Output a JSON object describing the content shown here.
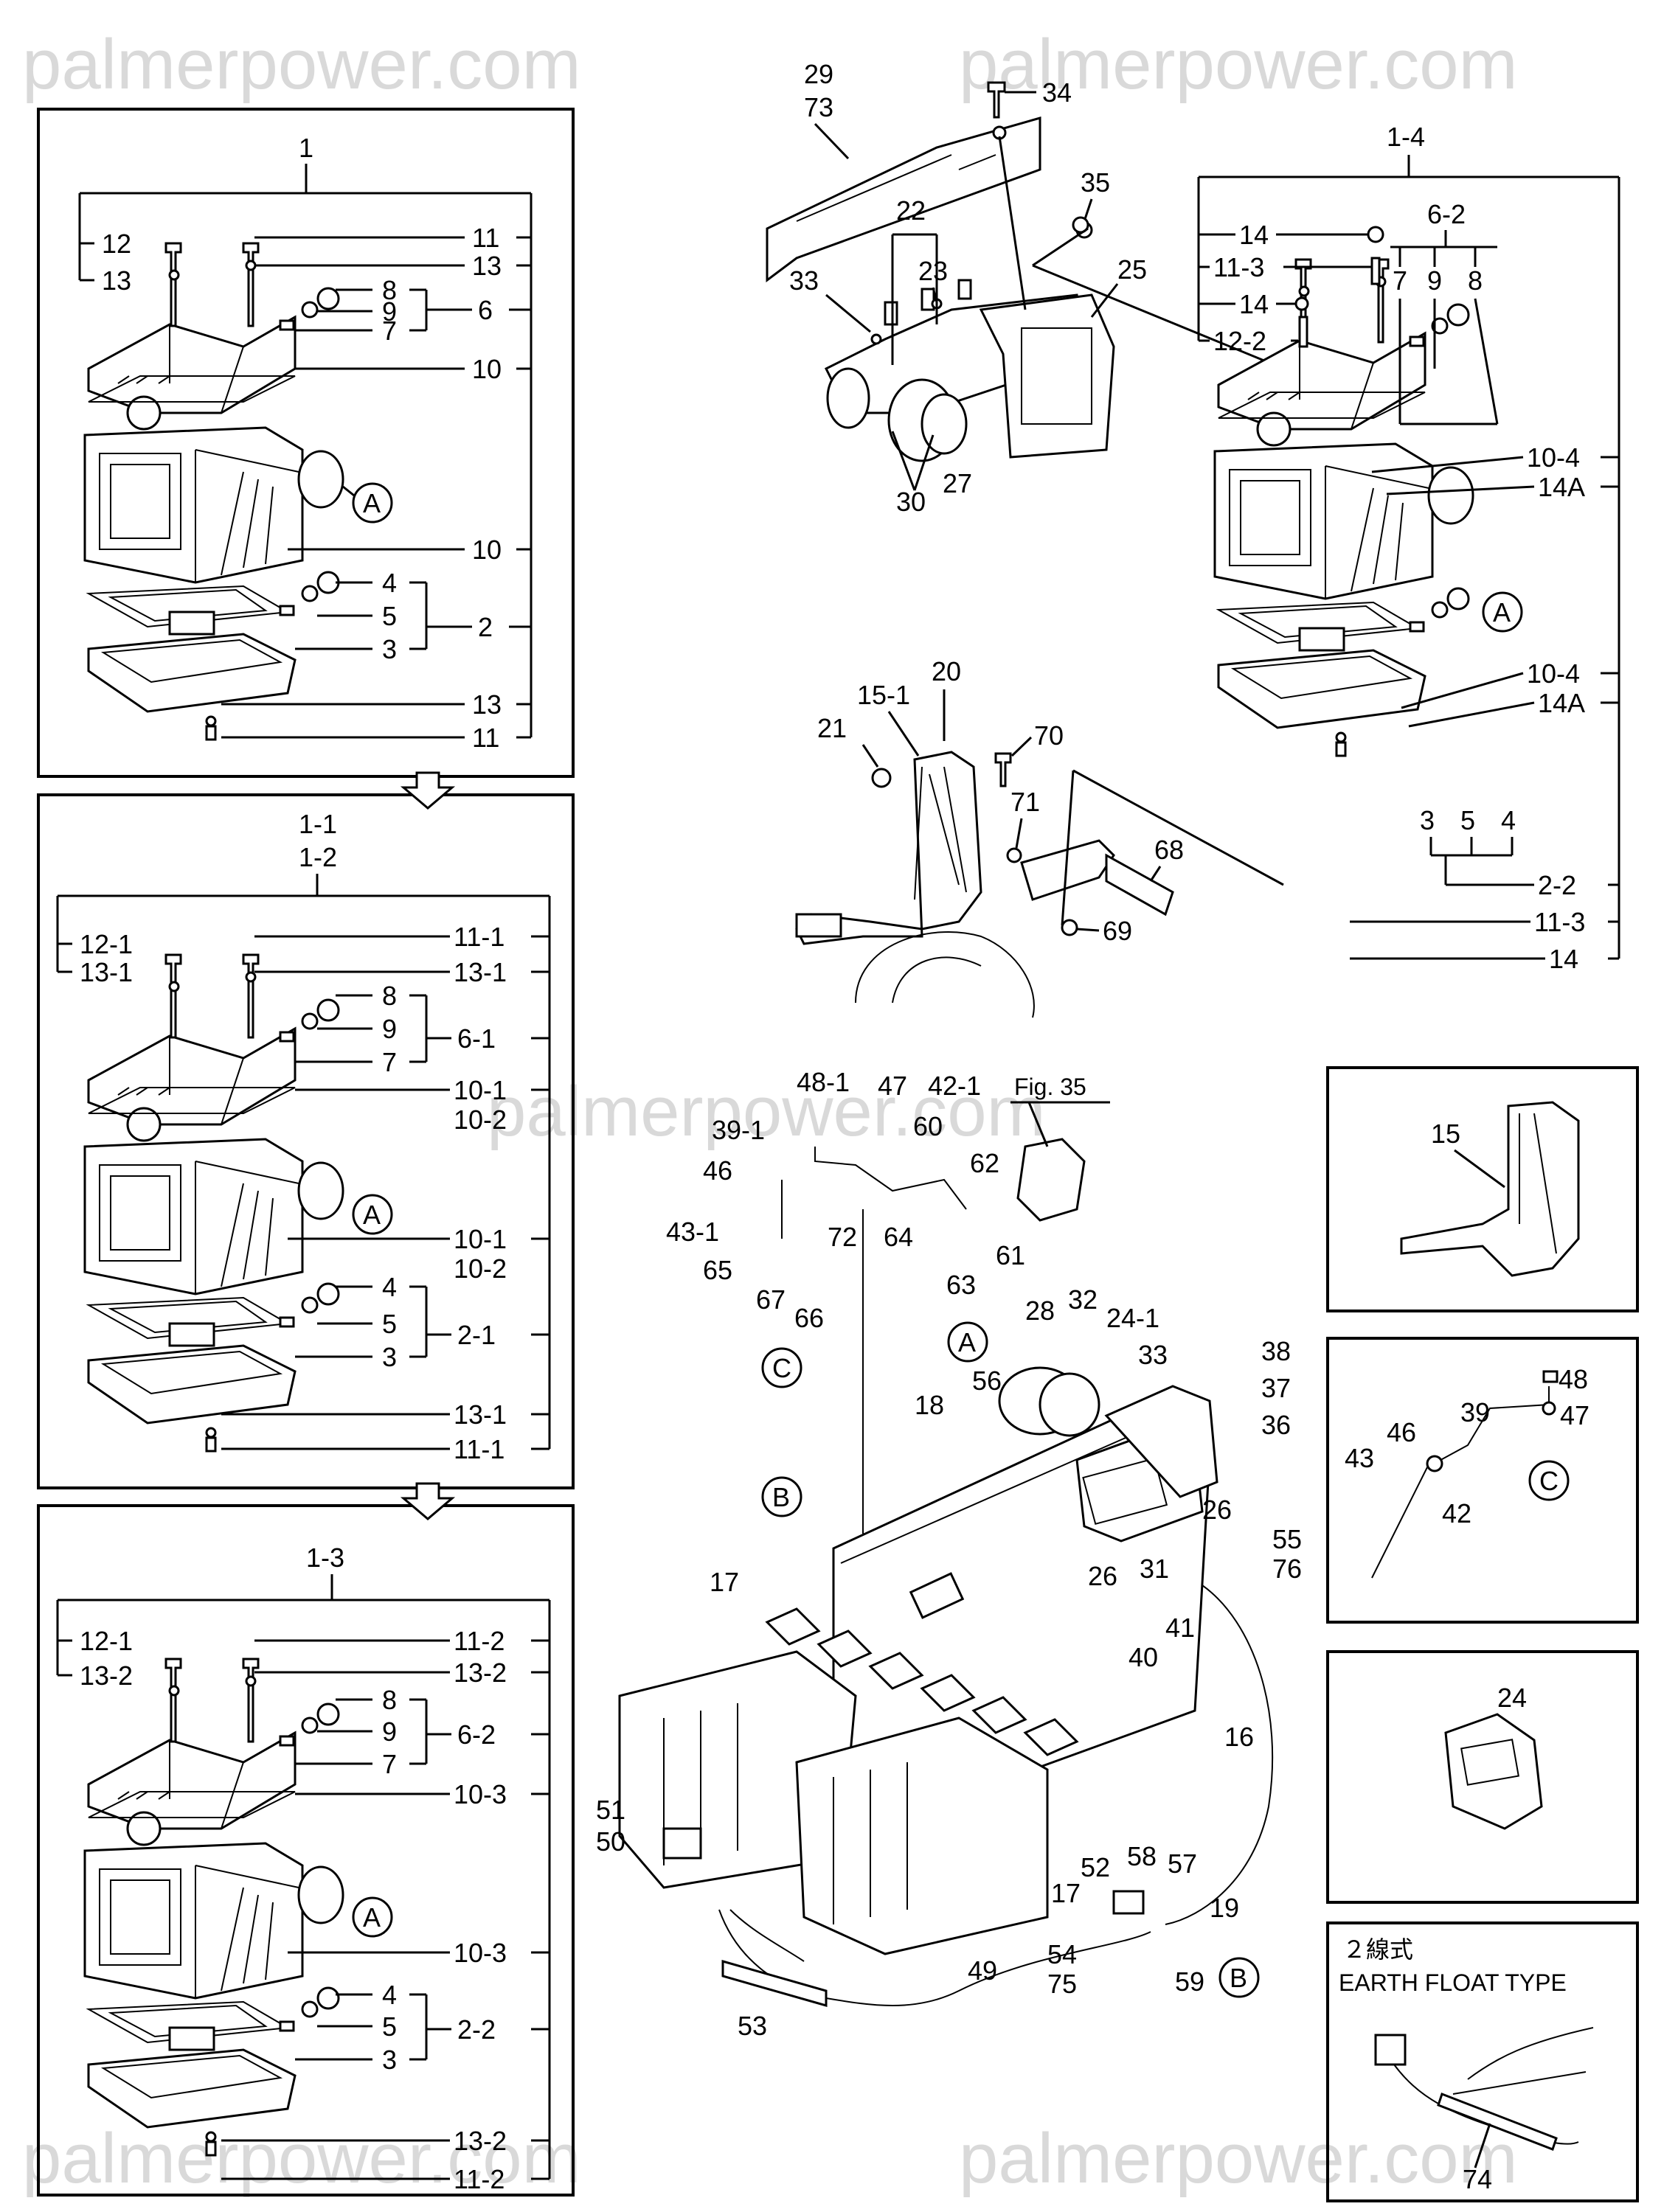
{
  "watermark": "palmerpower.com",
  "panels": [
    {
      "id": "p1",
      "title": "1",
      "left_labels": [
        "12",
        "13"
      ],
      "right_labels": [
        "11",
        "13",
        "8",
        "9",
        "7",
        "6",
        "10",
        "10",
        "4",
        "5",
        "3",
        "2",
        "13",
        "11"
      ],
      "ref": "A"
    },
    {
      "id": "p2",
      "title": "1-1",
      "subtitle": "1-2",
      "left_labels": [
        "12-1",
        "13-1"
      ],
      "right_labels": [
        "11-1",
        "13-1",
        "8",
        "9",
        "7",
        "6-1",
        "10-1",
        "10-2",
        "10-1",
        "10-2",
        "4",
        "5",
        "3",
        "2-1",
        "13-1",
        "11-1"
      ],
      "ref": "A"
    },
    {
      "id": "p3",
      "title": "1-3",
      "left_labels": [
        "12-1",
        "13-2"
      ],
      "right_labels": [
        "11-2",
        "13-2",
        "8",
        "9",
        "7",
        "6-2",
        "10-3",
        "10-3",
        "4",
        "5",
        "3",
        "2-2",
        "13-2",
        "11-2"
      ],
      "ref": "A"
    }
  ],
  "top_right": {
    "title": "1-4",
    "left_labels": [
      "14",
      "11-3",
      "14",
      "12-2"
    ],
    "top_labels": [
      "6-2",
      "7",
      "9",
      "8"
    ],
    "right_labels": [
      "10-4",
      "14A",
      "10-4",
      "14A",
      "3",
      "5",
      "4",
      "2-2",
      "11-3",
      "14"
    ],
    "ref": "A"
  },
  "top_center": {
    "labels": [
      "29",
      "73",
      "34",
      "35",
      "22",
      "23",
      "33",
      "25",
      "30",
      "27",
      "20",
      "15-1",
      "21",
      "70",
      "71",
      "68",
      "69"
    ]
  },
  "main": {
    "labels": [
      "39-1",
      "48-1",
      "47",
      "42-1",
      "Fig. 35",
      "60",
      "46",
      "62",
      "43-1",
      "72",
      "64",
      "61",
      "65",
      "63",
      "67",
      "66",
      "28",
      "32",
      "24-1",
      "38",
      "33",
      "37",
      "56",
      "18",
      "36",
      "26",
      "26",
      "31",
      "55",
      "76",
      "17",
      "41",
      "40",
      "16",
      "51",
      "50",
      "17",
      "52",
      "58",
      "57",
      "19",
      "54",
      "75",
      "59",
      "49",
      "53"
    ],
    "refs": [
      "A",
      "B",
      "C",
      "B"
    ]
  },
  "insets": [
    {
      "id": "i15",
      "labels": [
        "15"
      ]
    },
    {
      "id": "i39",
      "labels": [
        "48",
        "39",
        "47",
        "43",
        "46",
        "42"
      ],
      "ref": "C"
    },
    {
      "id": "i24",
      "labels": [
        "24"
      ]
    },
    {
      "id": "i74",
      "title_jp": "２線式",
      "title_en": "EARTH FLOAT TYPE",
      "labels": [
        "74"
      ]
    }
  ]
}
